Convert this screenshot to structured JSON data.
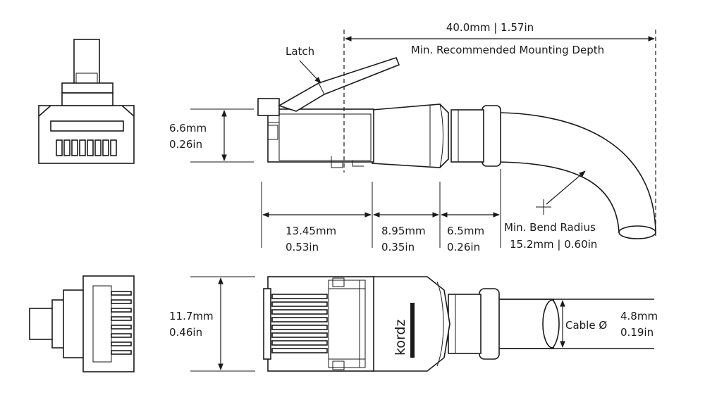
{
  "labels": {
    "latch": "Latch",
    "depth_dim": "40.0mm | 1.57in",
    "depth_caption": "Min. Recommended Mounting Depth",
    "height_mm": "6.6mm",
    "height_in": "0.26in",
    "seg1_mm": "13.45mm",
    "seg1_in": "0.53in",
    "seg2_mm": "8.95mm",
    "seg2_in": "0.35in",
    "seg3_mm": "6.5mm",
    "seg3_in": "0.26in",
    "bend_caption": "Min. Bend Radius",
    "bend_dim": "15.2mm | 0.60in",
    "width_mm": "11.7mm",
    "width_in": "0.46in",
    "cable_caption": "Cable Ø",
    "cable_mm": "4.8mm",
    "cable_in": "0.19in",
    "brand": "kordz"
  }
}
